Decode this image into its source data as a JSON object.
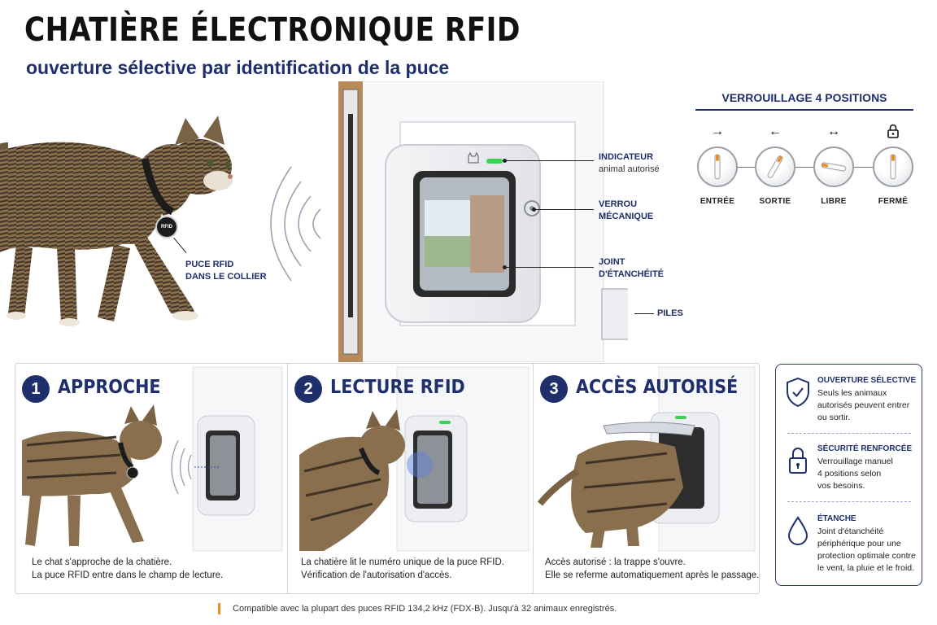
{
  "header": {
    "title": "CHATIÈRE ÉLECTRONIQUE RFID",
    "subtitle": "ouverture sélective par identification de la puce"
  },
  "hero": {
    "collar_label": "PUCE RFID\nDANS LE COLLIER",
    "collar_line1": "PUCE RFID",
    "collar_line2": "DANS LE COLLIER",
    "tag_text": "RFID",
    "callouts": {
      "indicator_title": "INDICATEUR",
      "indicator_sub": "animal autorisé",
      "lock_line1": "VERROU",
      "lock_line2": "MÉCANIQUE",
      "seal_line1": "JOINT",
      "seal_line2": "D'ÉTANCHÉITÉ",
      "battery": "PILES"
    }
  },
  "locking": {
    "title": "VERROUILLAGE 4 POSITIONS",
    "modes": [
      {
        "arrow": "→",
        "label": "ENTRÉE"
      },
      {
        "arrow": "←",
        "label": "SORTIE"
      },
      {
        "arrow": "↔",
        "label": "LIBRE"
      },
      {
        "arrow": "🔒",
        "label": "FERMÉ"
      }
    ],
    "accent_color": "#e8902a"
  },
  "steps": [
    {
      "number": "1",
      "title": "APPROCHE",
      "line1": "Le chat s'approche de la chatière.",
      "line2": "La puce RFID entre dans le champ de lecture."
    },
    {
      "number": "2",
      "title": "LECTURE RFID",
      "line1": "La chatière lit le numéro unique de la puce RFID.",
      "line2": "Vérification de l'autorisation d'accès."
    },
    {
      "number": "3",
      "title": "ACCÈS AUTORISÉ",
      "line1": "Accès autorisé : la trappe s'ouvre.",
      "line2": "Elle se referme automatiquement après le passage."
    }
  ],
  "features": [
    {
      "icon": "shield-check-icon",
      "title": "OUVERTURE SÉLECTIVE",
      "lines": [
        "Seuls les animaux",
        "autorisés peuvent entrer",
        "ou sortir."
      ]
    },
    {
      "icon": "padlock-icon",
      "title": "SÉCURITÉ RENFORCÉE",
      "lines": [
        "Verrouillage manuel",
        "4 positions selon",
        "vos besoins."
      ]
    },
    {
      "icon": "water-drop-icon",
      "title": "ÉTANCHE",
      "lines": [
        "Joint d'étanchéité",
        "périphérique pour une",
        "protection optimale contre",
        "le vent, la pluie et le froid."
      ]
    }
  ],
  "footer": {
    "note": "Compatible avec la plupart des puces RFID 134,2 kHz (FDX-B). Jusqu'à 32 animaux enregistrés."
  },
  "colors": {
    "navy": "#1f2f6b",
    "indicator_green": "#39d353",
    "tabby": "#8a6f4e"
  }
}
